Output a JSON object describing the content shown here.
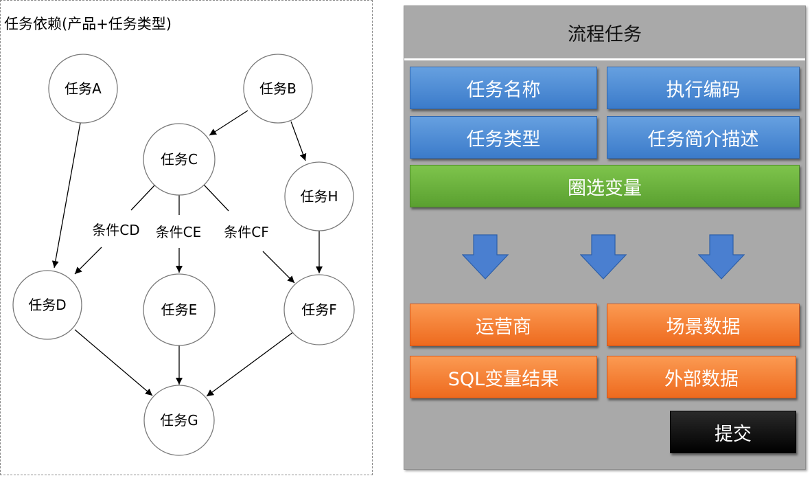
{
  "dependency": {
    "title": "任务依赖(产品+任务类型)",
    "nodes": {
      "a": "任务A",
      "b": "任务B",
      "c": "任务C",
      "d": "任务D",
      "e": "任务E",
      "f": "任务F",
      "g": "任务G",
      "h": "任务H"
    },
    "conditions": {
      "cd": "条件CD",
      "ce": "条件CE",
      "cf": "条件CF"
    }
  },
  "form": {
    "header": "流程任务",
    "fields": {
      "task_name": "任务名称",
      "exec_code": "执行编码",
      "task_type": "任务类型",
      "task_desc": "任务简介描述",
      "select_vars": "圈选变量"
    },
    "outputs": {
      "carrier": "运营商",
      "scene_data": "场景数据",
      "sql_var_result": "SQL变量结果",
      "external_data": "外部数据"
    },
    "submit": "提交",
    "colors": {
      "blue": "#4a8ad6",
      "green": "#6ab43c",
      "orange": "#f57f32",
      "panel": "#a9a9a9"
    }
  }
}
